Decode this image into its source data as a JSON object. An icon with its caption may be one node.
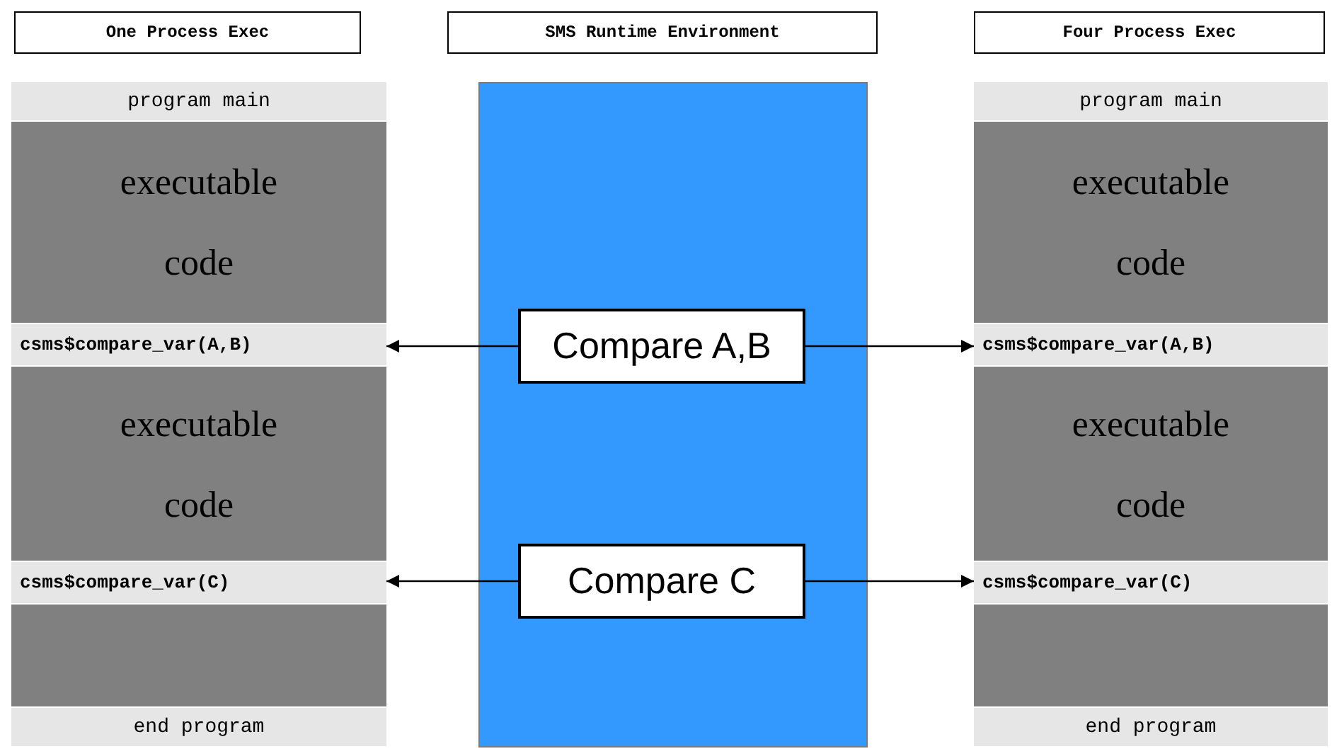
{
  "diagram": {
    "nodes": [
      {
        "text": [
          "One Process Exec"
        ]
      },
      {
        "text": [
          "SMS Runtime Environment"
        ]
      },
      {
        "text": [
          "Four Process Exec"
        ]
      },
      {
        "text": [
          "program main"
        ]
      },
      {
        "text": [
          "executable code"
        ]
      },
      {
        "text": [
          "csms$compare_var(A,B)"
        ]
      },
      {
        "text": [
          "executable code"
        ]
      },
      {
        "text": [
          "csms$compare_var(C)"
        ]
      },
      {
        "text": [],
        "shape": "box"
      },
      {
        "text": [
          "end program"
        ]
      },
      {
        "text": [],
        "shape": "box"
      },
      {
        "text": [
          "Compare A,B"
        ],
        "in": 10
      },
      {
        "text": [
          "Compare C"
        ],
        "in": 10
      },
      {
        "text": [
          "program main"
        ]
      },
      {
        "text": [
          "executable code"
        ]
      },
      {
        "text": [
          "csms$compare_var(A,B)"
        ]
      },
      {
        "text": [
          "executable code"
        ]
      },
      {
        "text": [
          "csms$compare_var(C)"
        ]
      },
      {
        "text": [],
        "shape": "box"
      },
      {
        "text": [
          "end program"
        ]
      }
    ],
    "edges": [
      {
        "from": 11,
        "to": 5,
        "arrow": "to"
      },
      {
        "from": 11,
        "to": 15,
        "arrow": "to"
      },
      {
        "from": 12,
        "to": 7,
        "arrow": "to"
      },
      {
        "from": 12,
        "to": 17,
        "arrow": "to"
      }
    ]
  }
}
